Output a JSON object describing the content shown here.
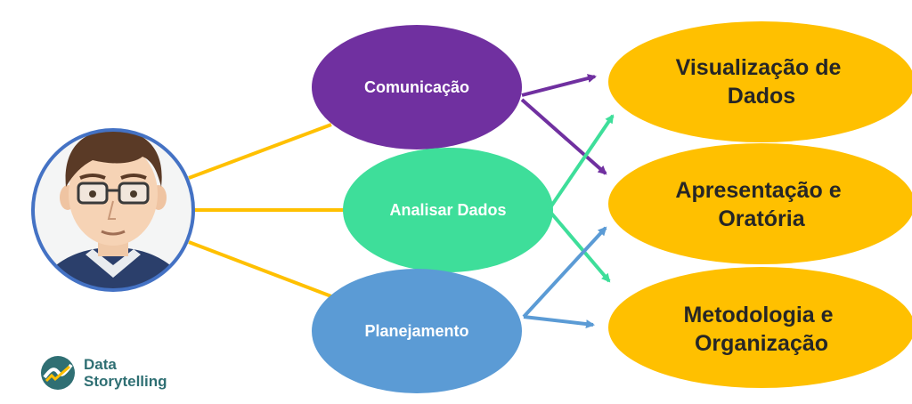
{
  "sources": [
    {
      "label": "Comunicação",
      "color": "#7030A0"
    },
    {
      "label": "Analisar Dados",
      "color": "#3EDE9A"
    },
    {
      "label": "Planejamento",
      "color": "#5B9BD5"
    }
  ],
  "targets": [
    {
      "lines": [
        "Visualização de",
        "Dados"
      ],
      "color": "#FFC000"
    },
    {
      "lines": [
        "Apresentação e",
        "Oratória"
      ],
      "color": "#FFC000"
    },
    {
      "lines": [
        "Metodologia e",
        "Organização"
      ],
      "color": "#FFC000"
    }
  ],
  "connector_color": "#FFC000",
  "avatar": {
    "ring_color": "#4472C4"
  },
  "logo": {
    "line1": "Data",
    "line2": "Storytelling",
    "color": "#2F6F73"
  }
}
